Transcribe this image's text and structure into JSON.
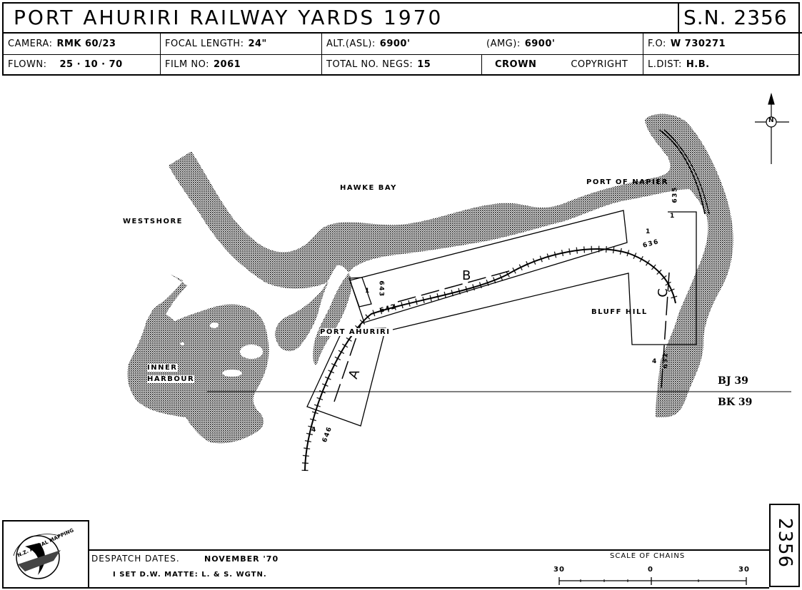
{
  "header": {
    "title": "PORT  AHURIRI  RAILWAY  YARDS  1970",
    "sheet_number": "S.N. 2356",
    "row1": {
      "camera_label": "CAMERA:",
      "camera_value": "RMK 60/23",
      "focal_label": "FOCAL  LENGTH:",
      "focal_value": "24\"",
      "alt_asl_label": "ALT.(ASL):",
      "alt_asl_value": "6900'",
      "alt_amg_label": "(AMG):",
      "alt_amg_value": "6900'",
      "fo_label": "F.O:",
      "fo_value": "W 730271"
    },
    "row2": {
      "flown_label": "FLOWN:",
      "flown_value": "25 · 10 · 70",
      "film_label": "FILM  NO:",
      "film_value": "2061",
      "negs_label": "TOTAL  NO.  NEGS:",
      "negs_value": "15",
      "crown_label": "CROWN",
      "copyright_label": "COPYRIGHT",
      "ldist_label": "L.DIST:",
      "ldist_value": "H.B."
    }
  },
  "map": {
    "place_labels": {
      "hawke_bay": "HAWKE  BAY",
      "westshore": "WESTSHORE",
      "port_of_napier": "PORT  OF  NAPIER",
      "bluff_hill": "BLUFF  HILL",
      "port_ahuriri": "PORT    AHURIRI",
      "inner_harbour_1": "INNER",
      "inner_harbour_2": "HARBOUR"
    },
    "strip_labels": {
      "a": "A",
      "b": "B",
      "c": "C"
    },
    "photo_numbers": {
      "p643": "643",
      "p642": "642",
      "p646": "646",
      "p636": "636",
      "p635": "635",
      "p632": "632"
    },
    "run_marks": {
      "r1": "1",
      "r2": "1",
      "r3": "1",
      "r4": "4",
      "r5": "4"
    },
    "grid_labels": {
      "bj": "BJ 39",
      "bk": "BK 39"
    },
    "north_letter": "N"
  },
  "footer": {
    "logo_text": "N.Z. AERIAL MAPPING",
    "despatch_label": "DESPATCH  DATES.",
    "despatch_value": "NOVEMBER  '70",
    "set_line": "I  SET  D.W.  MATTE: L. & S.  WGTN.",
    "scale_title": "SCALE  OF  CHAINS",
    "scale_left": "30",
    "scale_mid": "0",
    "scale_right": "30",
    "side_number": "2356"
  }
}
